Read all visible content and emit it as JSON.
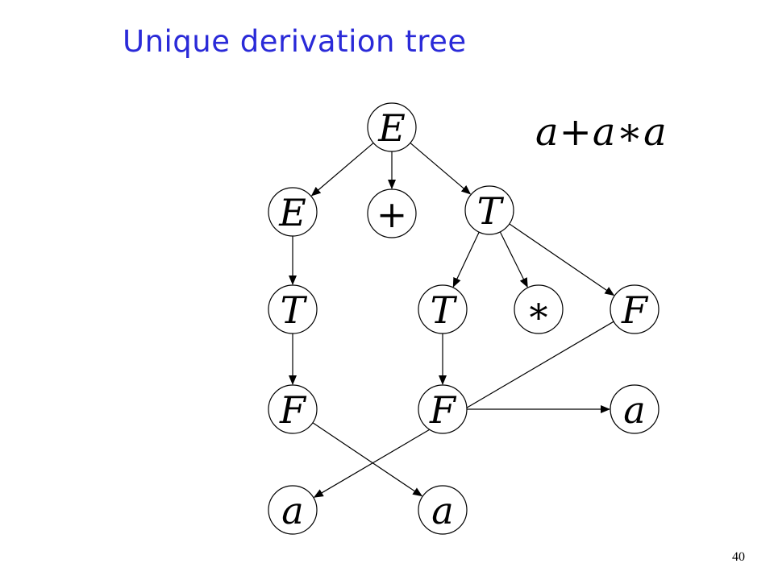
{
  "slide": {
    "title": "Unique derivation tree",
    "page_number": "40"
  },
  "expression": [
    {
      "text": "a",
      "kind": "v"
    },
    {
      "text": "+",
      "kind": "op"
    },
    {
      "text": "a",
      "kind": "v"
    },
    {
      "text": "∗",
      "kind": "op"
    },
    {
      "text": "a",
      "kind": "v"
    }
  ],
  "tree": {
    "nodes": [
      {
        "id": "E0",
        "label": "E",
        "italic": true
      },
      {
        "id": "E1",
        "label": "E",
        "italic": true
      },
      {
        "id": "P1",
        "label": "+",
        "italic": false
      },
      {
        "id": "T1",
        "label": "T",
        "italic": true
      },
      {
        "id": "T2",
        "label": "T",
        "italic": true
      },
      {
        "id": "T3",
        "label": "T",
        "italic": true
      },
      {
        "id": "M1",
        "label": "∗",
        "italic": false
      },
      {
        "id": "F1",
        "label": "F",
        "italic": true
      },
      {
        "id": "F2",
        "label": "F",
        "italic": true
      },
      {
        "id": "F3",
        "label": "F",
        "italic": true
      },
      {
        "id": "a1",
        "label": "a",
        "italic": true
      },
      {
        "id": "a2",
        "label": "a",
        "italic": true
      },
      {
        "id": "a3",
        "label": "a",
        "italic": true
      }
    ],
    "edges": [
      [
        "E0",
        "E1"
      ],
      [
        "E0",
        "P1"
      ],
      [
        "E0",
        "T1"
      ],
      [
        "E1",
        "T2"
      ],
      [
        "T1",
        "T3"
      ],
      [
        "T1",
        "M1"
      ],
      [
        "T1",
        "F1"
      ],
      [
        "T2",
        "F2"
      ],
      [
        "T3",
        "F3"
      ],
      [
        "F1",
        "a1"
      ],
      [
        "F2",
        "a2"
      ],
      [
        "F3",
        "a3"
      ]
    ]
  }
}
